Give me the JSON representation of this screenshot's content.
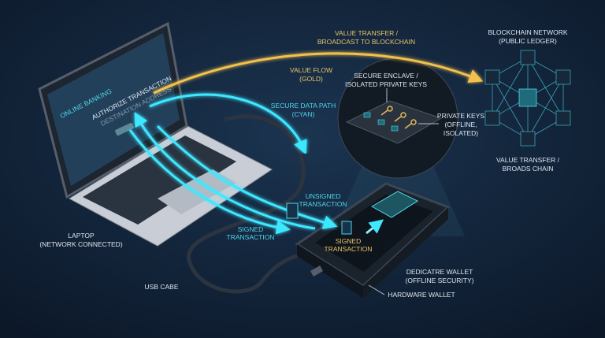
{
  "colors": {
    "background": "#0f1e30",
    "value_flow": "#f2c14e",
    "secure_path": "#3ee8ff",
    "label": "#dfe6ee"
  },
  "laptop": {
    "screen_title": "ONLINE BANKING",
    "screen_heading": "AUTHORIZE TRANSACTION",
    "screen_field": "DESTINATION ADDRESS",
    "label": [
      "LAPTOP",
      "(NETWORK CONNECTED)"
    ]
  },
  "flows": {
    "value_transfer": [
      "VALUE TRANSFER /",
      "BROADCAST TO BLOCKCHAIN"
    ],
    "value_flow": [
      "VALUE FLOW",
      "(GOLD)"
    ],
    "secure_path": [
      "SECURE DATA PATH",
      "(CYAN)"
    ],
    "unsigned": [
      "UNSIGNED",
      "TRANSACTION"
    ],
    "signed": [
      "SIGNED",
      "TRANSACTION"
    ],
    "signed_device": [
      "SIGNED",
      "TRANSACTION"
    ]
  },
  "enclave": {
    "label": [
      "SECURE ENCLAVE /",
      "ISOLATED PRIVATE KEYS"
    ],
    "keys_label": [
      "PRIVATE KEYS",
      "(OFFLINE,",
      "ISOLATED)"
    ]
  },
  "blockchain": {
    "label": [
      "BLOCKCHAIN NETWORK",
      "(PUBLIC LEDGER)"
    ],
    "sub_label": [
      "VALUE TRANSFER /",
      "BROADS CHAIN"
    ]
  },
  "cable": {
    "label": "USB CABE"
  },
  "wallet": {
    "label": [
      "DEDICATRE WALLET",
      "(OFFLINE SECURITY)"
    ],
    "name": "HARDWARE WALLET"
  },
  "icons": [
    "document-icon",
    "signed-document-icon",
    "key-icon",
    "lock-icon",
    "cube-icon",
    "arrow-icon"
  ]
}
